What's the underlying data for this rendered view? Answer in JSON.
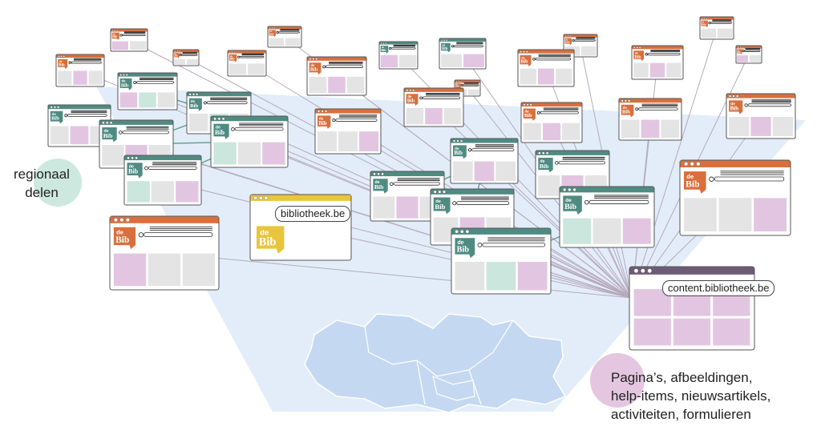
{
  "labels": {
    "regional_line1": "regionaal",
    "regional_line2": "delen",
    "content_line1": "Pagina’s, afbeeldingen,",
    "content_line2": "help-items, nieuwsartikels,",
    "content_line3": "activiteiten, formulieren",
    "bibliotheek_url": "bibliotheek.be",
    "content_url": "content.bibliotheek.be"
  },
  "logo": {
    "line1": "de",
    "line2": "Bib"
  },
  "colors": {
    "orange": "#d96f3d",
    "teal": "#4f8b82",
    "yellow": "#e9c53c",
    "purple": "#6e5b76",
    "gray_tile": "#e4e4e4",
    "mint_tile": "#cbe6dc",
    "pink_tile": "#e2c6e1",
    "map_blue": "#c5d8f2",
    "arrow_line": "#b7a9bb",
    "green_line": "#5e9e8a",
    "mint_circle": "#cde8df",
    "pink_circle": "#e4c6e0"
  }
}
